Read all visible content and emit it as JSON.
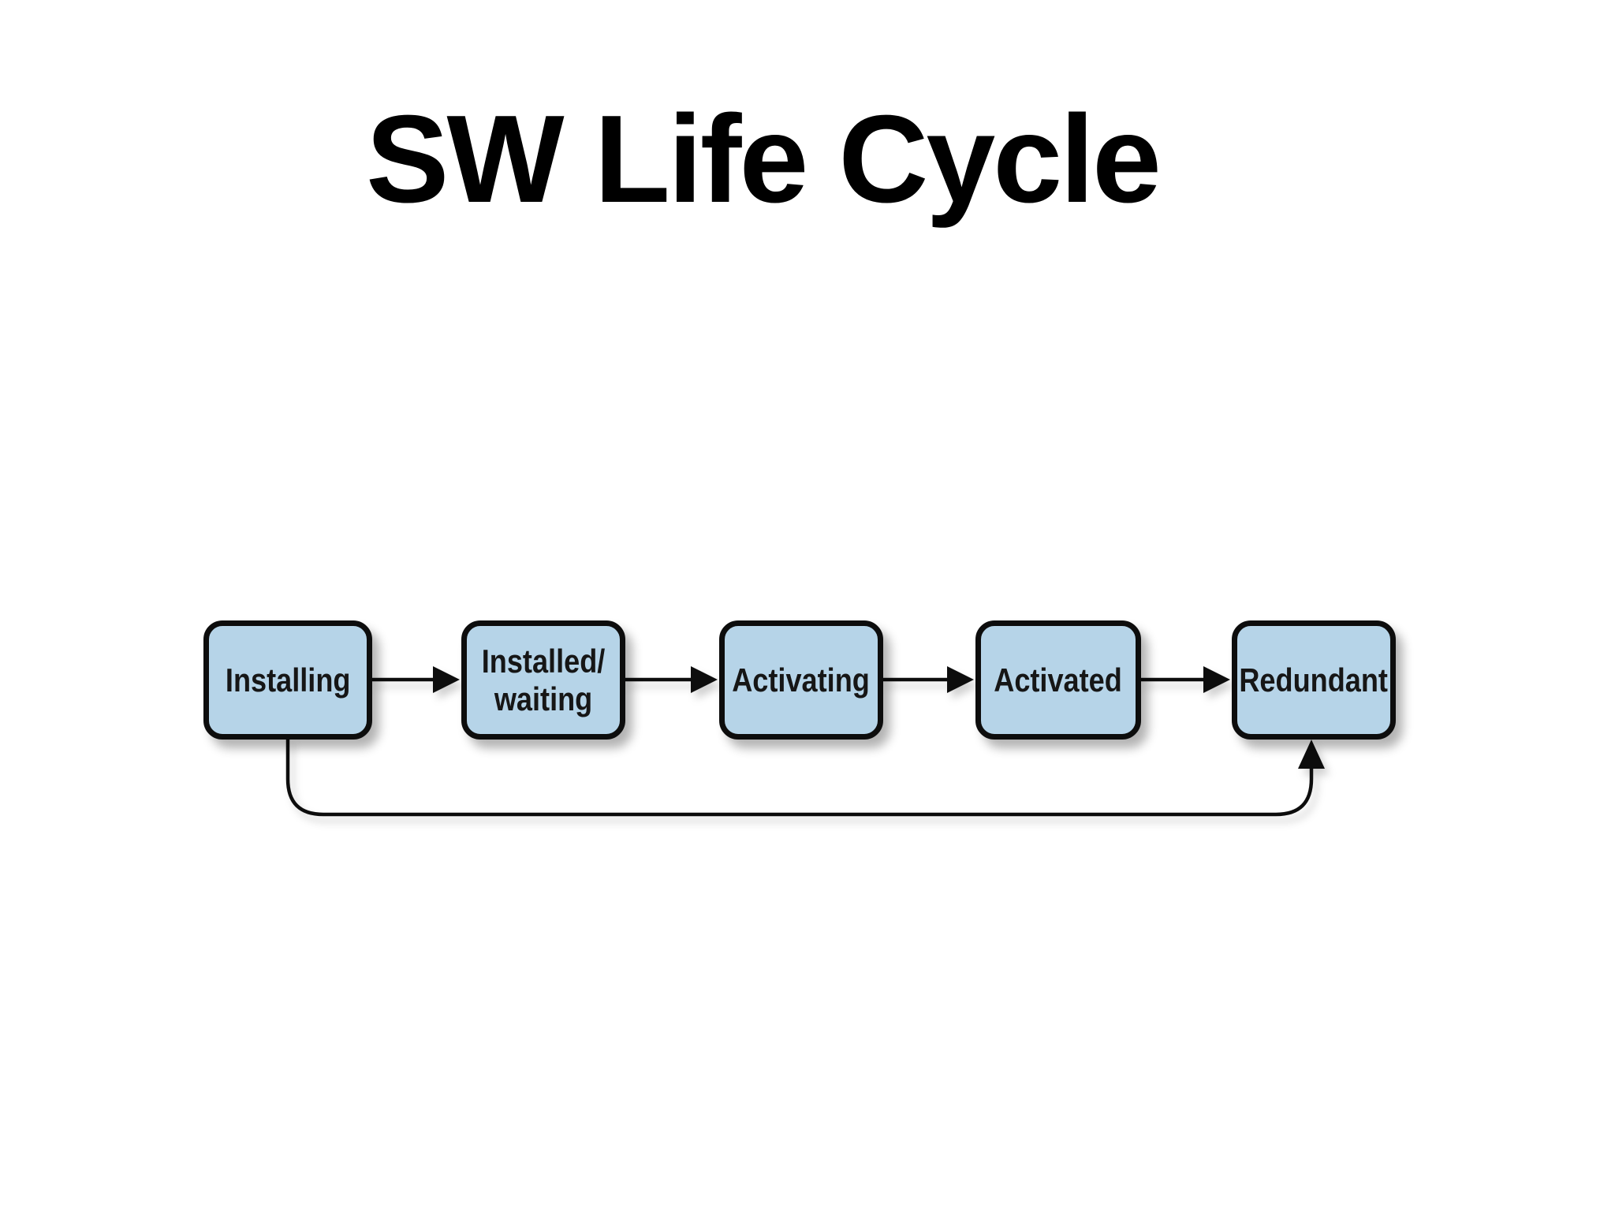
{
  "title": "SW Life Cycle",
  "diagram": {
    "type": "state-flow",
    "background_color": "#ffffff",
    "node_fill_color": "#b6d4e8",
    "node_border_color": "#0d0d0d",
    "arrow_color": "#0d0d0d",
    "node_text_color": "#161616",
    "nodes": [
      {
        "id": "installing",
        "label": "Installing"
      },
      {
        "id": "installed-waiting",
        "label": "Installed/\nwaiting"
      },
      {
        "id": "activating",
        "label": "Activating"
      },
      {
        "id": "activated",
        "label": "Activated"
      },
      {
        "id": "redundant",
        "label": "Redundant"
      }
    ],
    "edges": [
      {
        "from": "Installing",
        "to": "Installed/waiting",
        "route": "direct-right"
      },
      {
        "from": "Installed/waiting",
        "to": "Activating",
        "route": "direct-right"
      },
      {
        "from": "Activating",
        "to": "Activated",
        "route": "direct-right"
      },
      {
        "from": "Activated",
        "to": "Redundant",
        "route": "direct-right"
      },
      {
        "from": "Installing",
        "to": "Redundant",
        "route": "loop-under-bottom"
      }
    ]
  }
}
